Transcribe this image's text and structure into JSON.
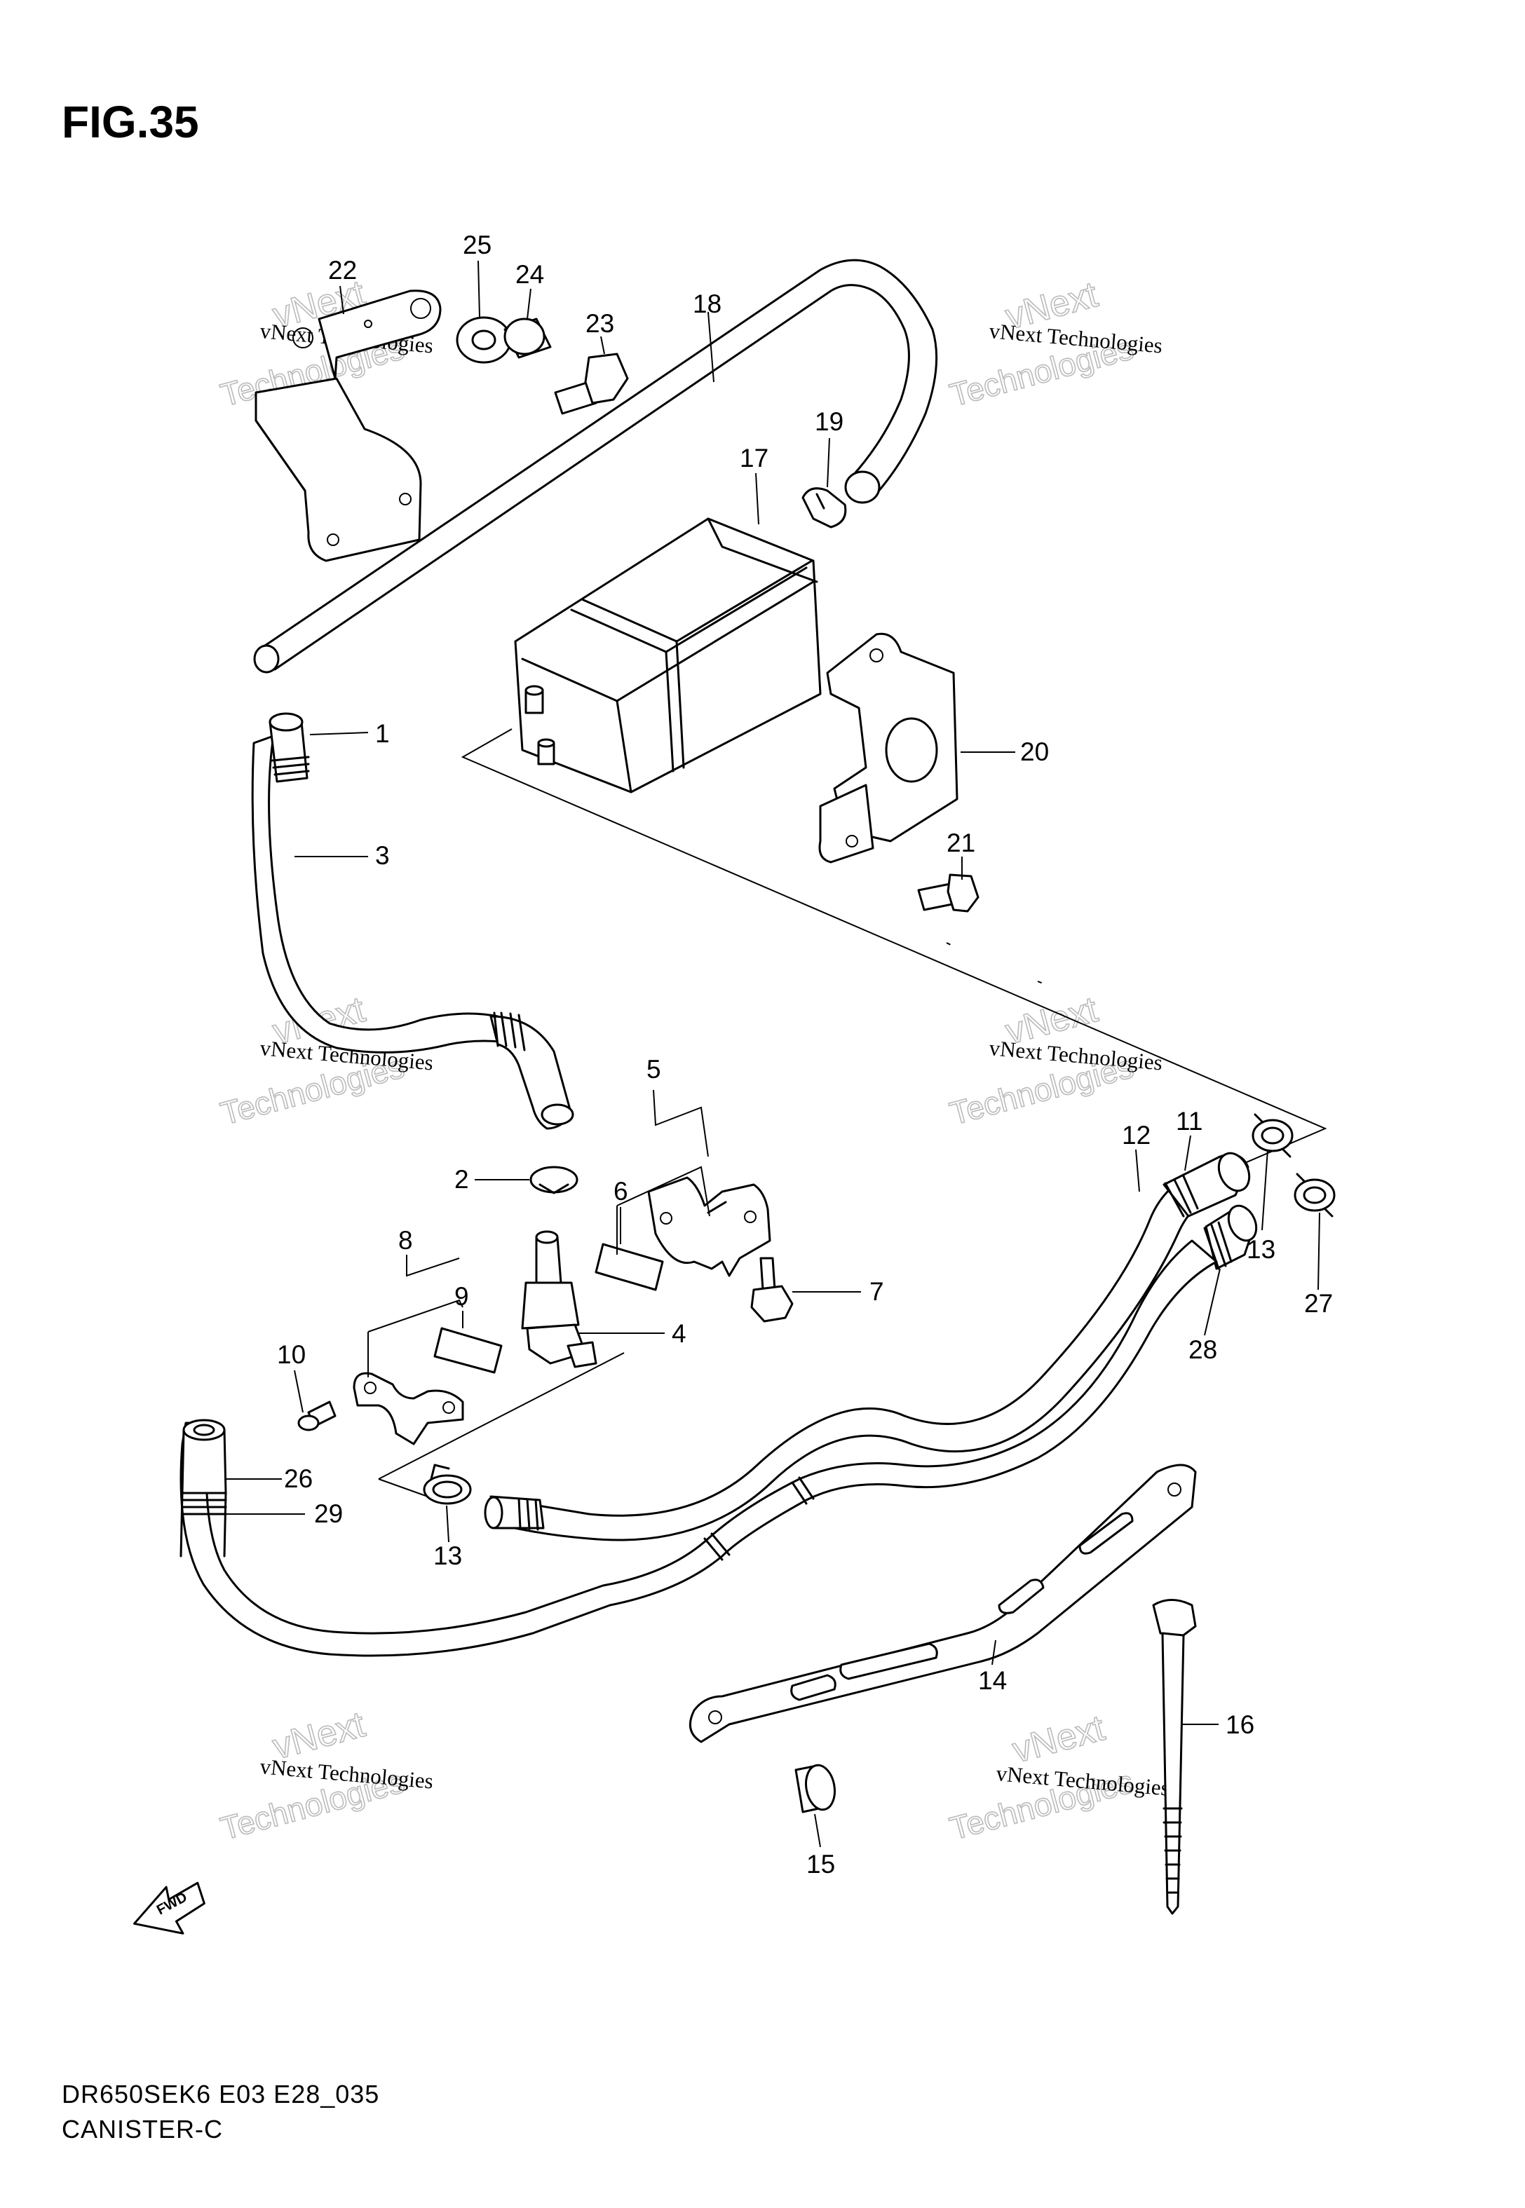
{
  "figure": {
    "title": "FIG.35",
    "footer_code": "DR650SEK6 E03 E28_035",
    "footer_name": "CANISTER-C"
  },
  "watermark": {
    "line1": "vNext Technologies",
    "brand_top": "vNext",
    "brand_bottom": "Technologies"
  },
  "fwd_label": "FWD",
  "callouts": [
    {
      "id": "c22",
      "text": "22"
    },
    {
      "id": "c25",
      "text": "25"
    },
    {
      "id": "c24",
      "text": "24"
    },
    {
      "id": "c23",
      "text": "23"
    },
    {
      "id": "c18",
      "text": "18"
    },
    {
      "id": "c19",
      "text": "19"
    },
    {
      "id": "c17",
      "text": "17"
    },
    {
      "id": "c1",
      "text": "1"
    },
    {
      "id": "c20",
      "text": "20"
    },
    {
      "id": "c3",
      "text": "3"
    },
    {
      "id": "c21",
      "text": "21"
    },
    {
      "id": "c5",
      "text": "5"
    },
    {
      "id": "c11",
      "text": "11"
    },
    {
      "id": "c12",
      "text": "12"
    },
    {
      "id": "c2",
      "text": "2"
    },
    {
      "id": "c6",
      "text": "6"
    },
    {
      "id": "c7",
      "text": "7"
    },
    {
      "id": "c8",
      "text": "8"
    },
    {
      "id": "c13a",
      "text": "13"
    },
    {
      "id": "c27",
      "text": "27"
    },
    {
      "id": "c9",
      "text": "9"
    },
    {
      "id": "c4",
      "text": "4"
    },
    {
      "id": "c28",
      "text": "28"
    },
    {
      "id": "c10",
      "text": "10"
    },
    {
      "id": "c26",
      "text": "26"
    },
    {
      "id": "c29",
      "text": "29"
    },
    {
      "id": "c13b",
      "text": "13"
    },
    {
      "id": "c14",
      "text": "14"
    },
    {
      "id": "c16",
      "text": "16"
    },
    {
      "id": "c15",
      "text": "15"
    }
  ]
}
